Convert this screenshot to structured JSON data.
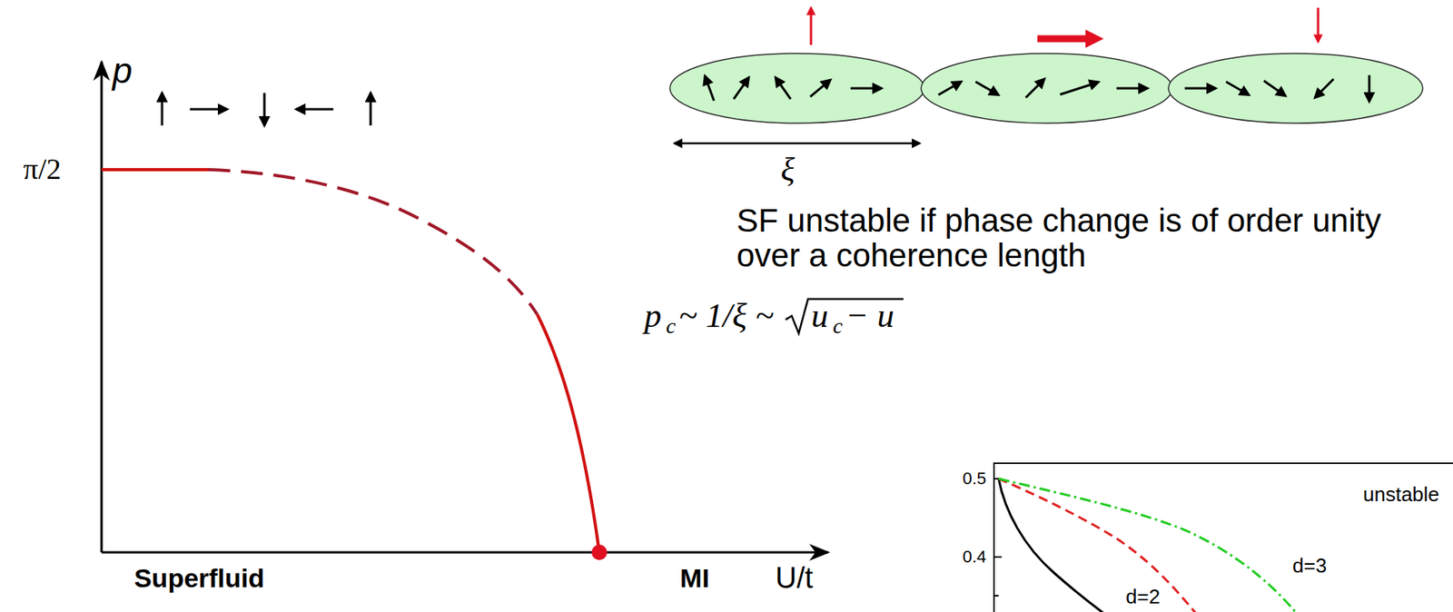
{
  "diagram": {
    "labels": [
      "p",
      "π/2",
      "Superfluid",
      "MI",
      "U/t",
      "ξ",
      "SF unstable if phase change is of order unity over a coherence length",
      "p",
      "c",
      "~ 1/ξ ~",
      "u",
      "c",
      "− u",
      "0.5",
      "0.4",
      "unstable",
      "d=3",
      "d=2"
    ]
  }
}
